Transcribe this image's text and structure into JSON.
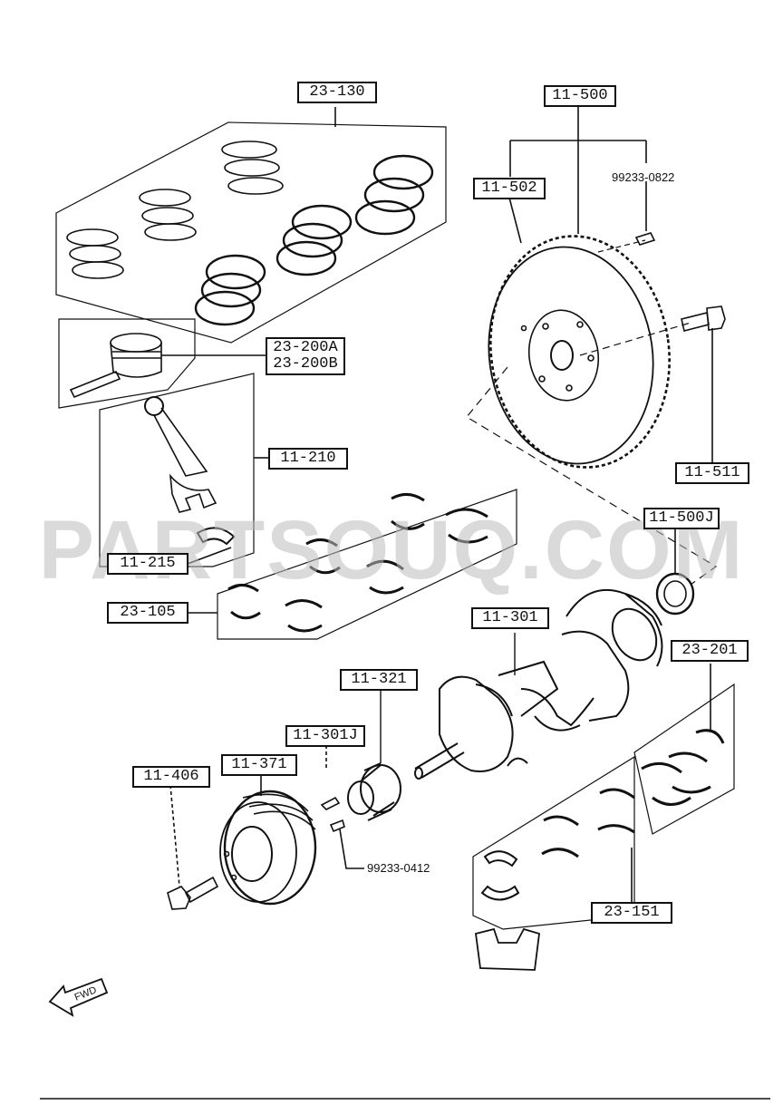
{
  "diagram": {
    "watermark": "PARTSOUQ.COM",
    "fwd_label": "FWD",
    "labels": {
      "l23_130": "23-130",
      "l11_500": "11-500",
      "l11_502": "11-502",
      "l99233_0822": "99233-0822",
      "l23_200a": "23-200A",
      "l23_200b": "23-200B",
      "l11_210": "11-210",
      "l11_511": "11-511",
      "l11_500j": "11-500J",
      "l11_215": "11-215",
      "l23_105": "23-105",
      "l11_301": "11-301",
      "l23_201": "23-201",
      "l11_321": "11-321",
      "l11_301j": "11-301J",
      "l11_371": "11-371",
      "l11_406": "11-406",
      "l99233_0412": "99233-0412",
      "l23_151": "23-151"
    }
  }
}
